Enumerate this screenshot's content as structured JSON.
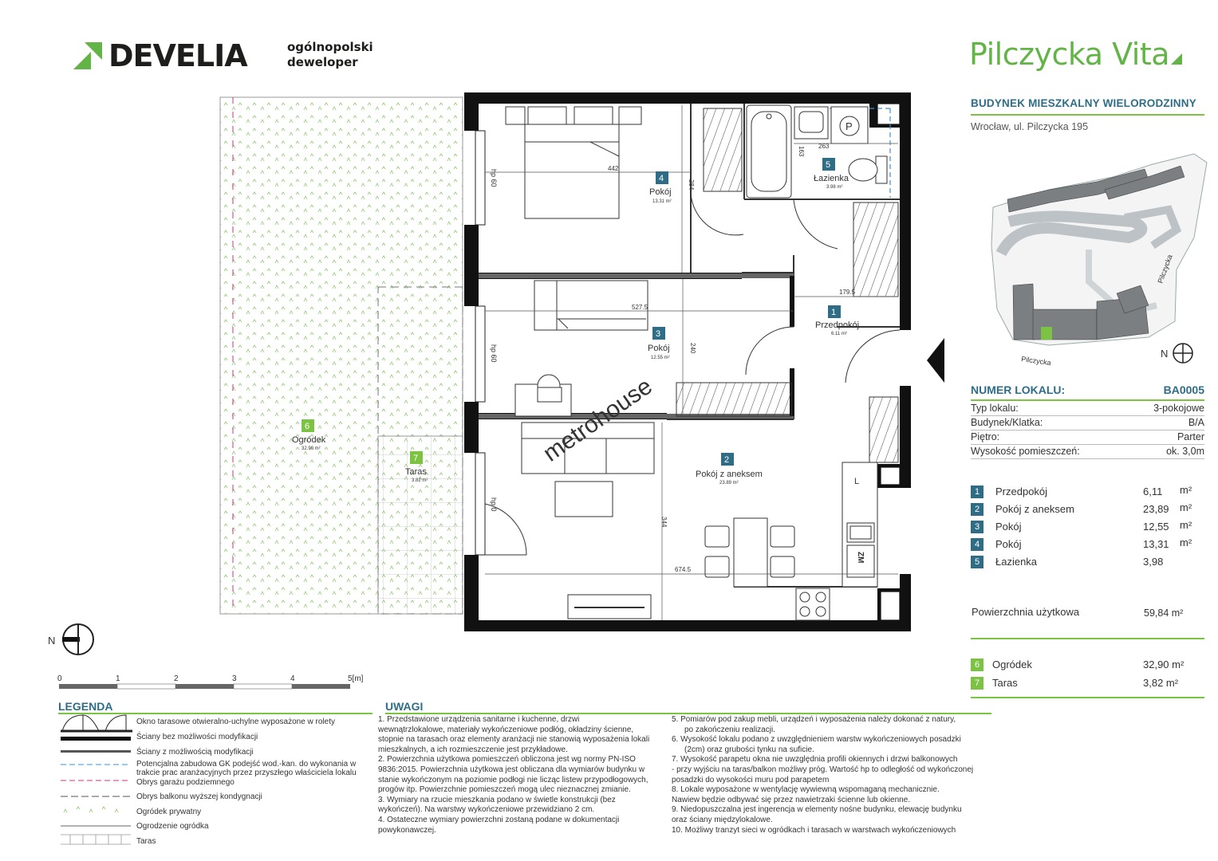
{
  "header": {
    "logo_text": "DEVELIA",
    "tagline_line1": "ogólnopolski",
    "tagline_line2": "deweloper",
    "project_name": "Pilczycka Vita"
  },
  "building": {
    "title": "BUDYNEK MIESZKALNY WIELORODZINNY",
    "address": "Wrocław, ul. Pilczycka 195",
    "map_street_label_1": "Pilczycka",
    "map_street_label_2": "Pilczycka",
    "compass_label": "N"
  },
  "unit": {
    "header_label": "NUMER LOKALU:",
    "number": "BA0005",
    "details": [
      {
        "label": "Typ lokalu:",
        "value": "3-pokojowe"
      },
      {
        "label": "Budynek/Klatka:",
        "value": "B/A"
      },
      {
        "label": "Piętro:",
        "value": "Parter"
      },
      {
        "label": "Wysokość pomieszczeń:",
        "value": "ok. 3,0m"
      }
    ],
    "rooms": [
      {
        "num": "1",
        "name": "Przedpokój",
        "area": "6,11",
        "unit": "m²"
      },
      {
        "num": "2",
        "name": "Pokój z aneksem",
        "area": "23,89",
        "unit": "m²"
      },
      {
        "num": "3",
        "name": "Pokój",
        "area": "12,55",
        "unit": "m²"
      },
      {
        "num": "4",
        "name": "Pokój",
        "area": "13,31",
        "unit": "m²"
      },
      {
        "num": "5",
        "name": "Łazienka",
        "area": "3,98",
        "unit": ""
      }
    ],
    "usable_area_label": "Powierzchnia użytkowa",
    "usable_area_value": "59,84  m²",
    "extras": [
      {
        "num": "6",
        "name": "Ogródek",
        "area": "32,90 m²"
      },
      {
        "num": "7",
        "name": "Taras",
        "area": "3,82  m²"
      }
    ]
  },
  "plan": {
    "compass_label": "N",
    "watermark": "metrohouse",
    "rooms": [
      {
        "num": "4",
        "name": "Pokój",
        "area": "13.31 m²"
      },
      {
        "num": "5",
        "name": "Łazienka",
        "area": "3.98 m²"
      },
      {
        "num": "3",
        "name": "Pokój",
        "area": "12.55 m²"
      },
      {
        "num": "1",
        "name": "Przedpokój",
        "area": "6.11 m²"
      },
      {
        "num": "2",
        "name": "Pokój z aneksem",
        "area": "23.89 m²"
      },
      {
        "num": "6",
        "name": "Ogródek",
        "area": "32.90 m²"
      },
      {
        "num": "7",
        "name": "Taras",
        "area": "3.82 m²"
      }
    ],
    "dims": {
      "d442": "442",
      "d284": "284",
      "d263": "263",
      "d163": "163",
      "d1795": "179.5",
      "d5275": "527.5",
      "d240": "240",
      "d344": "344",
      "d6745": "674.5",
      "hp1": "hp 60",
      "hp2": "hp 60",
      "hp3": "hp 0"
    },
    "fixtures": {
      "lodowka": "L",
      "zmywarka": "ZM",
      "pralka": "P"
    }
  },
  "scale": {
    "labels": [
      "0",
      "1",
      "2",
      "3",
      "4",
      "5[m]"
    ]
  },
  "legend": {
    "title": "LEGENDA",
    "items": [
      "Okno tarasowe otwieralno-uchylne wyposażone w rolety",
      "Ściany bez możliwości modyfikacji",
      "Ściany z możliwością modyfikacji",
      "Potencjalna zabudowa GK podejść wod.-kan. do wykonania w trakcie prac aranżacyjnych przez przyszłego właściciela lokalu",
      "Obrys garażu podziemnego",
      "Obrys balkonu wyższej kondygnacji",
      "Ogródek prywatny",
      "Ogrodzenie ogródka",
      "Taras"
    ]
  },
  "notes": {
    "title": "UWAGI",
    "col1": [
      "1.       Przedstawione urządzenia sanitarne i kuchenne, drzwi",
      "wewnątrzlokalowe, materiały wykończeniowe podłóg, okładziny ścienne,",
      "stopnie na tarasach oraz elementy aranżacji nie stanowią wyposażenia lokali",
      "mieszkalnych, a ich rozmieszczenie jest przykładowe.",
      "2.       Powierzchnia użytkowa pomieszczeń obliczona jest wg normy PN-ISO",
      "9836:2015. Powierzchnia użytkowa jest obliczana dla wymiarów budynku w",
      "stanie wykończonym na poziomie podłogi nie licząc listew przypodłogowych,",
      "progów itp. Powierzchnie pomieszczeń mogą ulec nieznacznej zmianie.",
      "3.       Wymiary na rzucie mieszkania podano w świetle konstrukcji (bez",
      "wykończeń). Na warstwy wykończeniowe przewidziano 2 cm.",
      "4.       Ostateczne wymiary powierzchni zostaną podane w dokumentacji",
      "powykonawczej."
    ],
    "col2": [
      "5.       Pomiarów pod zakup mebli, urządzeń i wyposażenia należy dokonać z natury,",
      "po zakończeniu realizacji.",
      "6.       Wysokość lokalu podano z uwzględnieniem warstw wykończeniowych posadzki",
      "(2cm) oraz grubości tynku na suficie.",
      "7.       Wysokość parapetu okna nie uwzględnia profili okiennych i drzwi balkonowych",
      "- przy wyjściu na taras/balkon możliwy próg. Wartość hp to odległość od wykończonej",
      "posadzki do wysokości muru pod parapetem",
      "8.       Lokale wyposażone w wentylację wywiewną wspomaganą mechanicznie.",
      "Nawiew będzie odbywać się przez nawietrzaki ścienne lub okienne.",
      "9.       Niedopuszczalna jest ingerencja w elementy nośne budynku, elewację budynku",
      "oraz ściany międzylokalowe.",
      "10.     Możliwy tranzyt sieci w ogródkach i tarasach w warstwach wykończeniowych"
    ]
  }
}
